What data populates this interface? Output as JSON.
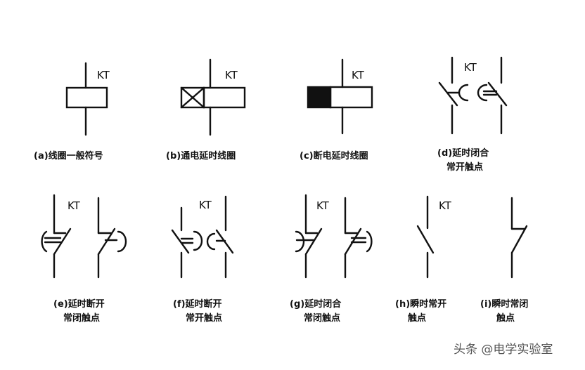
{
  "label": "KT",
  "watermark": "头条 @电学实验室",
  "symbols": [
    {
      "caption": [
        "(a)线圈一般符号"
      ]
    },
    {
      "caption": [
        "(b)通电延时线圈"
      ]
    },
    {
      "caption": [
        "(c)断电延时线圈"
      ]
    },
    {
      "caption": [
        "(d)延时闭合",
        "常开触点"
      ]
    },
    {
      "caption": [
        "(e)延时断开",
        "常闭触点"
      ]
    },
    {
      "caption": [
        "(f)延时断开",
        "常开触点"
      ]
    },
    {
      "caption": [
        "(g)延时闭合",
        "常闭触点"
      ]
    },
    {
      "caption": [
        "(h)瞬时常开",
        "触点"
      ]
    },
    {
      "caption": [
        "(i)瞬时常闭",
        "触点"
      ]
    }
  ]
}
